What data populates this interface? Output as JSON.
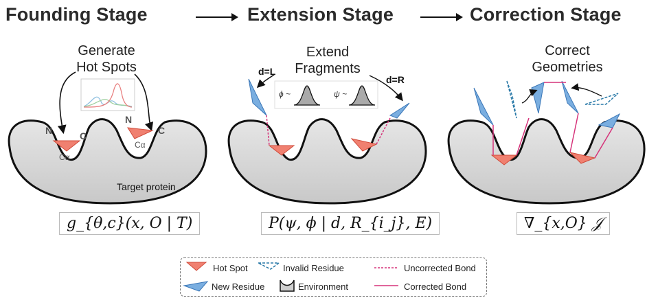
{
  "stages": {
    "founding": "Founding Stage",
    "extension": "Extension Stage",
    "correction": "Correction Stage"
  },
  "captions": {
    "generate": "Generate\nHot Spots",
    "extend": "Extend\nFragments",
    "correct": "Correct\nGeometries"
  },
  "atom_labels": {
    "n": "N",
    "c": "C",
    "ca": "Cα"
  },
  "direction_labels": {
    "left": "d=L",
    "right": "d=R"
  },
  "target_label": "Target protein",
  "distribution_labels": {
    "phi": "ϕ ~",
    "psi": "ψ ~"
  },
  "formulas": {
    "founding": "g_{θ,c}(x, O | T)",
    "extension": "P(ψ, ϕ | d, R_{i_j}, E)",
    "correction": "∇_{x,O} 𝒥"
  },
  "legend": {
    "hot_spot": "Hot Spot",
    "new_residue": "New Residue",
    "invalid_residue": "Invalid Residue",
    "environment": "Environment",
    "uncorrected_bond": "Uncorrected Bond",
    "corrected_bond": "Corrected Bond"
  },
  "colors": {
    "hot_spot": "#f08070",
    "new_residue": "#7aaee0",
    "bond": "#d6337a",
    "environment": "#cfcfcf"
  }
}
